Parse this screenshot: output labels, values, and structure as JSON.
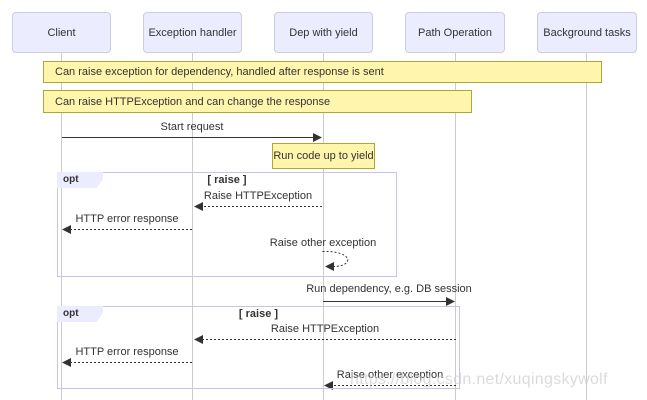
{
  "actors": [
    {
      "label": "Client"
    },
    {
      "label": "Exception handler"
    },
    {
      "label": "Dep with yield"
    },
    {
      "label": "Path Operation"
    },
    {
      "label": "Background tasks"
    }
  ],
  "notes": [
    {
      "text": "Can raise exception for dependency, handled after response is sent",
      "over": "Client..Background tasks"
    },
    {
      "text": "Can raise HTTPException and can change the response",
      "over": "Client..Path Operation"
    },
    {
      "text": "Run code up to yield",
      "over": "Dep with yield"
    }
  ],
  "frames": [
    {
      "type": "opt",
      "guard": "[ raise ]"
    },
    {
      "type": "opt",
      "guard": "[ raise ]"
    }
  ],
  "messages": [
    {
      "label": "Start request",
      "from": "Client",
      "to": "Dep with yield",
      "style": "solid"
    },
    {
      "label": "Raise HTTPException",
      "from": "Dep with yield",
      "to": "Exception handler",
      "style": "dashed"
    },
    {
      "label": "HTTP error response",
      "from": "Exception handler",
      "to": "Client",
      "style": "dashed"
    },
    {
      "label": "Raise other exception",
      "from": "Dep with yield",
      "to": "Dep with yield",
      "style": "dashed-self"
    },
    {
      "label": "Run dependency, e.g. DB session",
      "from": "Dep with yield",
      "to": "Path Operation",
      "style": "solid"
    },
    {
      "label": "Raise HTTPException",
      "from": "Path Operation",
      "to": "Exception handler",
      "style": "dashed"
    },
    {
      "label": "HTTP error response",
      "from": "Exception handler",
      "to": "Client",
      "style": "dashed"
    },
    {
      "label": "Raise other exception",
      "from": "Path Operation",
      "to": "Dep with yield",
      "style": "dashed"
    }
  ],
  "watermark": "https://blog.csdn.net/xuqingskywolf",
  "colors": {
    "actor_fill": "#ececff",
    "actor_border": "#cccce3",
    "note_fill": "#fff5ad",
    "note_border": "#aaaa33",
    "frame_border": "#c5c5ea",
    "line_color": "#333333",
    "lifeline_color": "#cccccc",
    "text_color": "#333333",
    "watermark_color": "#cccccc"
  }
}
